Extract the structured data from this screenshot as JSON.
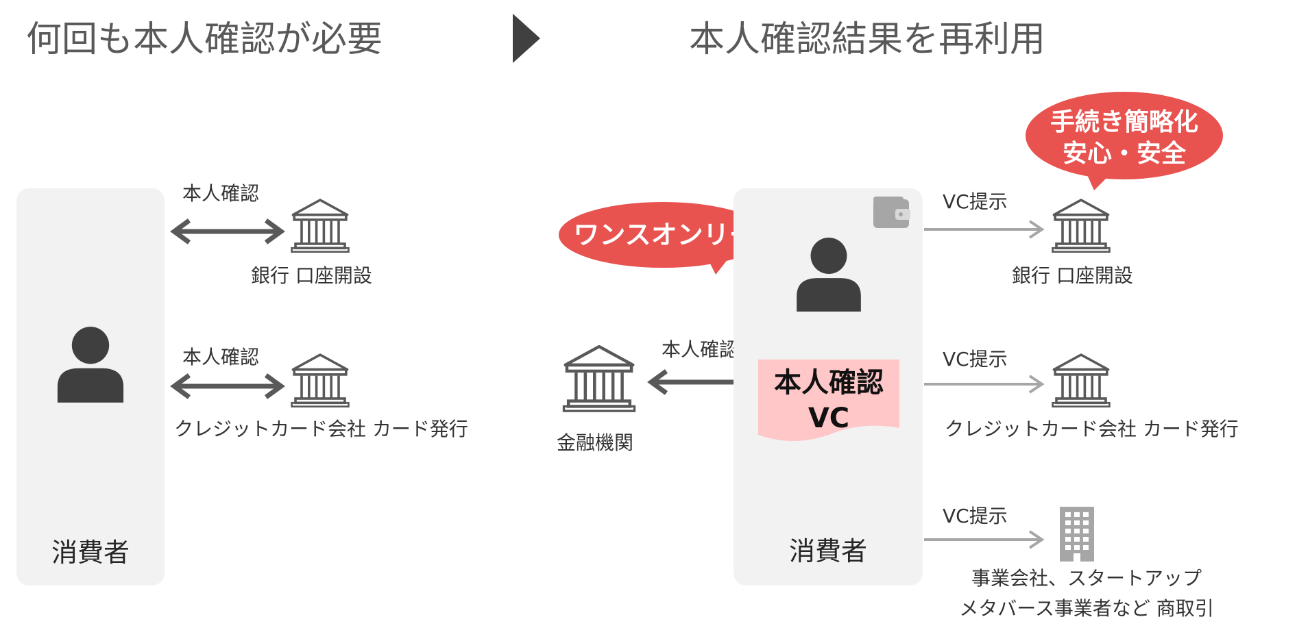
{
  "left": {
    "heading": "何回も本人確認が必要",
    "consumer_label": "消費者",
    "arrow_label_1": "本人確認",
    "arrow_label_2": "本人確認",
    "bank_caption": "銀行 口座開設",
    "card_caption": "クレジットカード会社 カード発行"
  },
  "right": {
    "heading": "本人確認結果を再利用",
    "bubble_once_only": "ワンスオンリー",
    "bubble_benefit_line1": "手続き簡略化",
    "bubble_benefit_line2": "安心・安全",
    "financial_institution": "金融機関",
    "verify_arrow_label": "本人確認",
    "vc_card_line1": "本人確認",
    "vc_card_line2": "VC",
    "consumer_label": "消費者",
    "vc_present_1": "VC提示",
    "vc_present_2": "VC提示",
    "vc_present_3": "VC提示",
    "bank_caption": "銀行 口座開設",
    "card_caption": "クレジットカード会社 カード発行",
    "business_caption_line1": "事業会社、スタートアップ",
    "business_caption_line2": "メタバース事業者など 商取引"
  },
  "colors": {
    "panel": "#f2f2f2",
    "icon_dark": "#3f3f3f",
    "arrow_dark": "#595959",
    "arrow_light": "#a6a6a6",
    "bubble_red": "#e8524f",
    "vc_card_pink": "#ffc7c7",
    "transition_arrow": "#404040"
  },
  "icons": {
    "person": "person-icon",
    "bank": "bank-icon",
    "wallet": "wallet-icon",
    "building": "office-building-icon",
    "transition": "play-triangle-icon"
  }
}
